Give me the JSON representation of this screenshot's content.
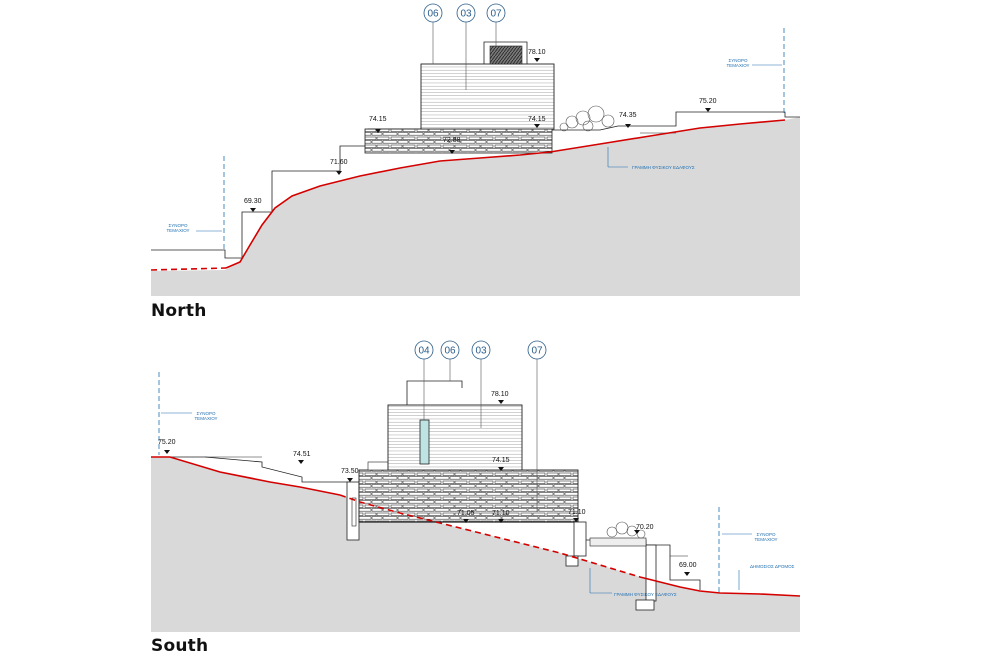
{
  "north": {
    "caption": "North",
    "tags": [
      "06",
      "03",
      "07"
    ],
    "levels": {
      "roof": "78.10",
      "terrace_left": "74.15",
      "terrace_right": "74.15",
      "lower_floor": "72.88",
      "garden": "74.35",
      "top_right": "75.20",
      "step_mid": "71.60",
      "step_low": "69.30"
    },
    "notes": {
      "boundary_right_1": "ΣΥΝΟΡΟ",
      "boundary_right_2": "ΤΕΜΑΧΙΟΥ",
      "boundary_left_1": "ΣΥΝΟΡΟ",
      "boundary_left_2": "ΤΕΜΑΧΙΟΥ",
      "ground_line": "ΓΡΑΜΜΗ ΦΥΣΙΚΟΥ ΕΔΑΦΟΥΣ"
    }
  },
  "south": {
    "caption": "South",
    "tags": [
      "04",
      "06",
      "03",
      "07"
    ],
    "levels": {
      "roof": "78.10",
      "terrace": "74.15",
      "left_top": "75.20",
      "path": "74.51",
      "wall_top": "73.50",
      "floor_a": "71.05",
      "floor_b": "71.10",
      "floor_c": "71.10",
      "garden": "70.20",
      "street": "69.00"
    },
    "notes": {
      "boundary_left_1": "ΣΥΝΟΡΟ",
      "boundary_left_2": "ΤΕΜΑΧΙΟΥ",
      "boundary_right_1": "ΣΥΝΟΡΟ",
      "boundary_right_2": "ΤΕΜΑΧΙΟΥ",
      "public_road": "ΔΗΜΟΣΙΟΣ ΔΡΟΜΟΣ",
      "ground_line": "ΓΡΑΜΜΗ ΦΥΣΙΚΟΥ ΕΔΑΦΟΥΣ"
    }
  },
  "colors": {
    "ground": "#d9d9d9",
    "natural_line": "#d40000",
    "tag_circle": "#2a5d8a",
    "annotation": "#1f6fb2",
    "accent_panel": "#bfe3e3"
  }
}
